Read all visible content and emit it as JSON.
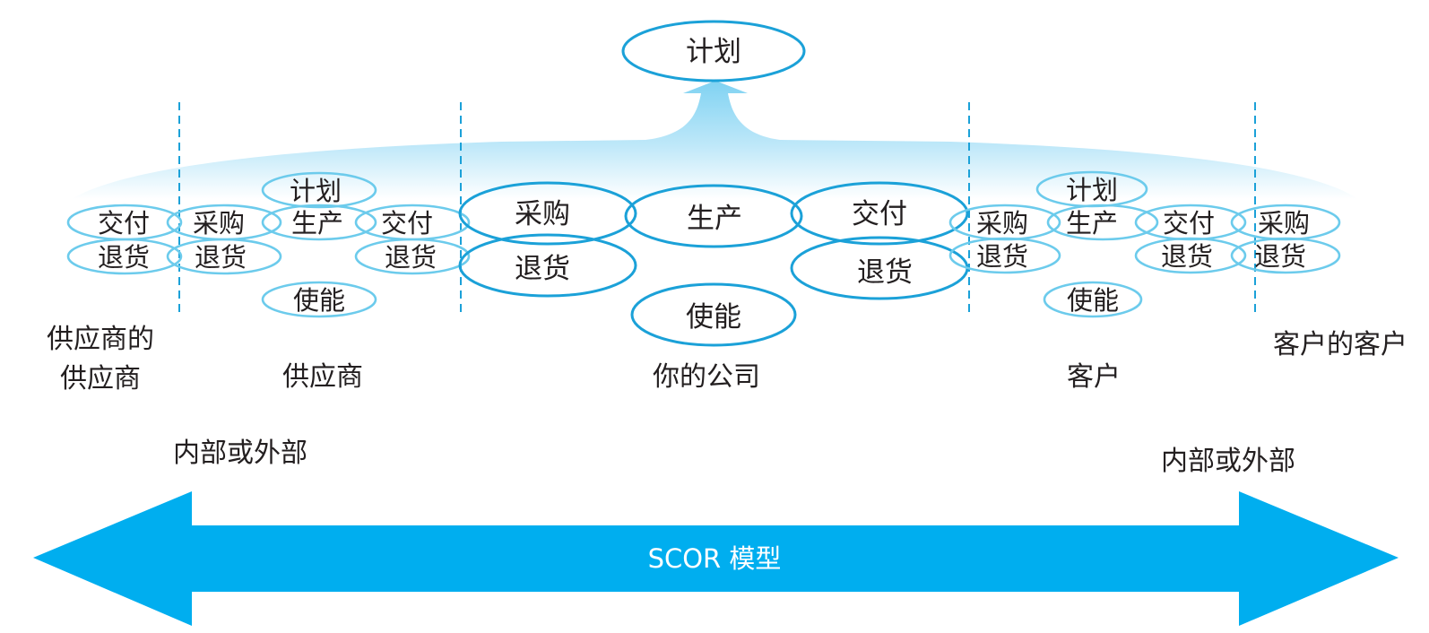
{
  "title": "SCOR 模型",
  "colors": {
    "arrow": "#00aeef",
    "main_ellipse": "#1ba1d8",
    "side_ellipse": "#6ccbec",
    "text": "#231f20",
    "band_top": "#7fd2f2"
  },
  "top_process": "计划",
  "parties": {
    "suppliers_supplier": "供应商的供应商",
    "suppliers_supplier_line1": "供应商的",
    "suppliers_supplier_line2": "供应商",
    "supplier": "供应商",
    "company": "你的公司",
    "customer": "客户",
    "customers_customer": "客户的客户"
  },
  "suppliers_supplier_processes": {
    "deliver": "交付",
    "return": "退货"
  },
  "supplier_processes": {
    "plan": "计划",
    "source": "采购",
    "make": "生产",
    "deliver": "交付",
    "source_return": "退货",
    "deliver_return": "退货",
    "enable": "使能"
  },
  "company_processes": {
    "source": "采购",
    "make": "生产",
    "deliver": "交付",
    "source_return": "退货",
    "deliver_return": "退货",
    "enable": "使能"
  },
  "customer_processes": {
    "plan": "计划",
    "source": "采购",
    "make": "生产",
    "deliver": "交付",
    "source_return": "退货",
    "deliver_return": "退货",
    "enable": "使能"
  },
  "customers_customer_processes": {
    "source": "采购",
    "return": "退货"
  },
  "scope_left": "内部或外部",
  "scope_right": "内部或外部"
}
